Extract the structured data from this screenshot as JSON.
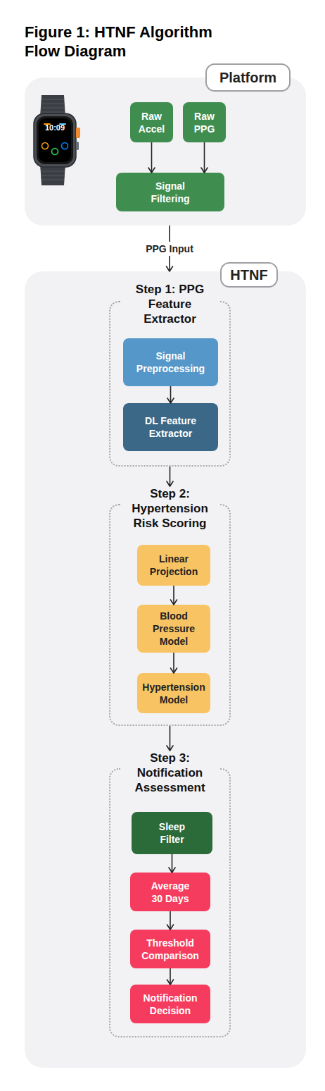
{
  "diagram": {
    "title": "Figure 1: HTNF Algorithm Flow Diagram",
    "nodes": [
      {
        "text": [
          "Platform"
        ]
      },
      {
        "text": [
          "Raw Accel"
        ],
        "in": 0
      },
      {
        "text": [
          "Raw PPG"
        ],
        "in": 0
      },
      {
        "text": [
          "Signal Filtering"
        ],
        "in": 0
      },
      {
        "text": [
          "HTNF"
        ]
      },
      {
        "text": [
          "Step 1: PPG Feature Extractor"
        ],
        "in": 4
      },
      {
        "text": [
          "Signal Preprocessing"
        ],
        "in": 5
      },
      {
        "text": [
          "DL Feature Extractor"
        ],
        "in": 5
      },
      {
        "text": [
          "Step 2: Hypertension Risk Scoring"
        ],
        "in": 4
      },
      {
        "text": [
          "Linear Projection"
        ],
        "in": 8
      },
      {
        "text": [
          "Blood Pressure Model"
        ],
        "in": 8
      },
      {
        "text": [
          "Hypertension Model"
        ],
        "in": 8
      },
      {
        "text": [
          "Step 3: Notification Assessment"
        ],
        "in": 4
      },
      {
        "text": [
          "Sleep Filter"
        ],
        "in": 12
      },
      {
        "text": [
          "Average 30 Days"
        ],
        "in": 12
      },
      {
        "text": [
          "Threshold Comparison"
        ],
        "in": 12
      },
      {
        "text": [
          "Notification Decision"
        ],
        "in": 12
      }
    ],
    "edges": [
      {
        "from": 1,
        "to": 3,
        "arrow": "to"
      },
      {
        "from": 2,
        "to": 3,
        "arrow": "to"
      },
      {
        "from": 0,
        "to": 4,
        "label": "PPG Input",
        "arrow": "to"
      },
      {
        "from": 6,
        "to": 7,
        "arrow": "to"
      },
      {
        "from": 5,
        "to": 8,
        "arrow": "to"
      },
      {
        "from": 9,
        "to": 10,
        "arrow": "to"
      },
      {
        "from": 10,
        "to": 11,
        "arrow": "to"
      },
      {
        "from": 8,
        "to": 12,
        "arrow": "to"
      },
      {
        "from": 13,
        "to": 14,
        "arrow": "to"
      },
      {
        "from": 14,
        "to": 15,
        "arrow": "to"
      },
      {
        "from": 15,
        "to": 16,
        "arrow": "to"
      }
    ],
    "labels": [
      "10:09"
    ]
  }
}
